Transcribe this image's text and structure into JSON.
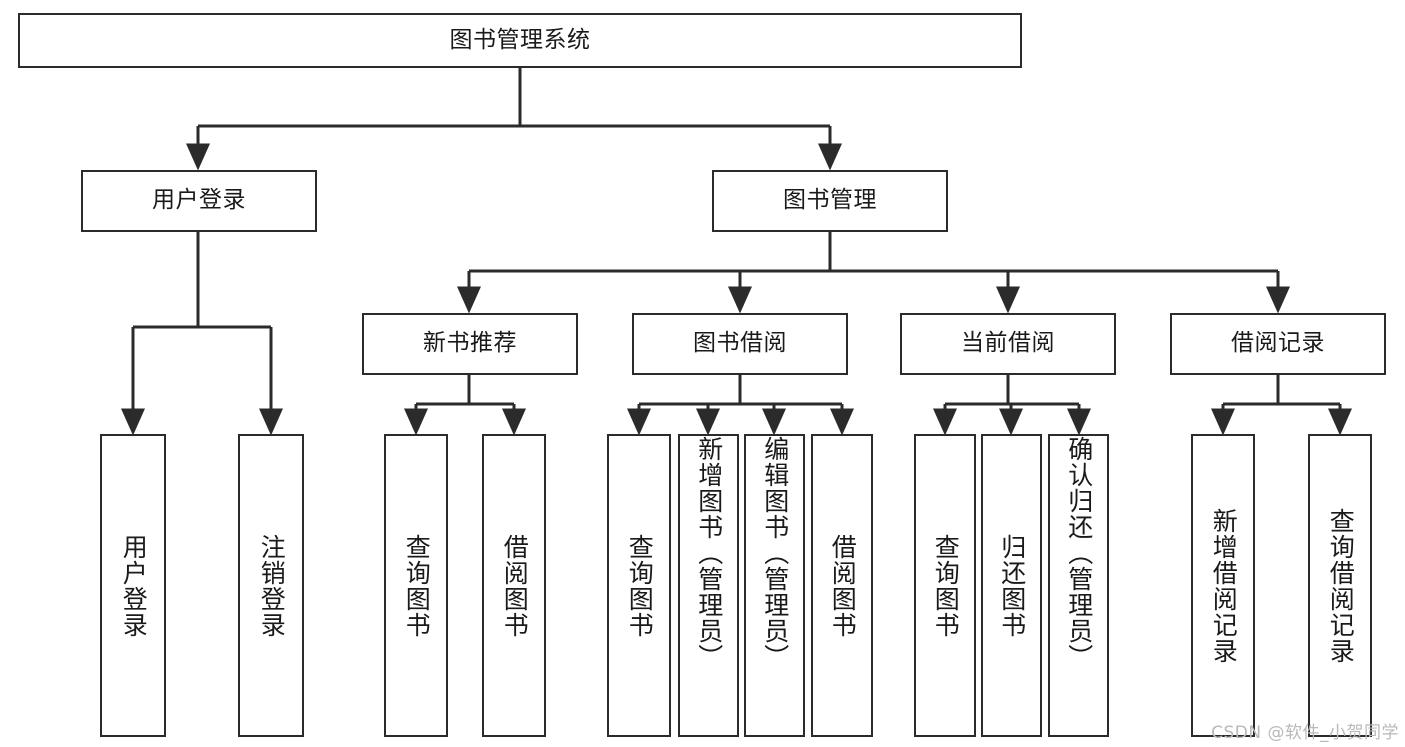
{
  "diagram": {
    "type": "tree-hierarchy-functional-decomposition",
    "title": "图书管理系统",
    "root": {
      "id": "root",
      "label": "图书管理系统"
    },
    "level2": [
      {
        "id": "user-login",
        "label": "用户登录"
      },
      {
        "id": "book-management",
        "label": "图书管理"
      }
    ],
    "level3": [
      {
        "id": "new-book-recommend",
        "label": "新书推荐",
        "parent": "book-management"
      },
      {
        "id": "book-borrow",
        "label": "图书借阅",
        "parent": "book-management"
      },
      {
        "id": "current-borrow",
        "label": "当前借阅",
        "parent": "book-management"
      },
      {
        "id": "borrow-record",
        "label": "借阅记录",
        "parent": "book-management"
      }
    ],
    "leaves": {
      "user_login": [
        {
          "id": "leaf-user-login",
          "label": "用户登录"
        },
        {
          "id": "leaf-logout-login",
          "label": "注销登录"
        }
      ],
      "new_book_recommend": [
        {
          "id": "leaf-query-book-1",
          "label": "查询图书"
        },
        {
          "id": "leaf-borrow-book-1",
          "label": "借阅图书"
        }
      ],
      "book_borrow": [
        {
          "id": "leaf-query-book-2",
          "label": "查询图书"
        },
        {
          "id": "leaf-add-book",
          "label": "新增图书（管理员）"
        },
        {
          "id": "leaf-edit-book",
          "label": "编辑图书（管理员）"
        },
        {
          "id": "leaf-borrow-book-2",
          "label": "借阅图书"
        }
      ],
      "current_borrow": [
        {
          "id": "leaf-query-book-3",
          "label": "查询图书"
        },
        {
          "id": "leaf-return-book",
          "label": "归还图书"
        },
        {
          "id": "leaf-confirm-return",
          "label": "确认归还（管理员）"
        }
      ],
      "borrow_record": [
        {
          "id": "leaf-add-record",
          "label": "新增借阅记录"
        },
        {
          "id": "leaf-query-record",
          "label": "查询借阅记录"
        }
      ]
    },
    "colors": {
      "stroke": "#2b2b2b",
      "background": "#ffffff",
      "text": "#1a1a1a",
      "watermark": "#b9b9b9"
    }
  },
  "watermark": {
    "text": "CSDN @软件_小贺同学"
  }
}
